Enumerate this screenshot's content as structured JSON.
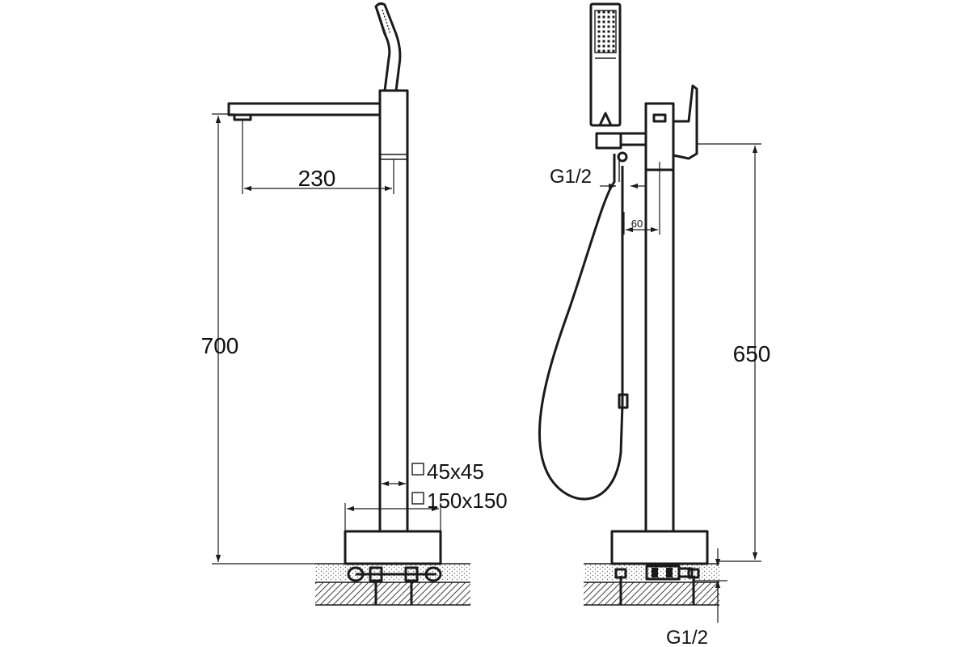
{
  "labels": {
    "spout_reach": "230",
    "overall_height": "700",
    "column_section": "45x45",
    "base_plate": "150x150",
    "hose_connection": "G1/2",
    "handle_offset": "60",
    "mixer_height": "650",
    "supply_connection": "G1/2"
  },
  "colors": {
    "line": "#1a1a1a",
    "background": "#ffffff"
  }
}
